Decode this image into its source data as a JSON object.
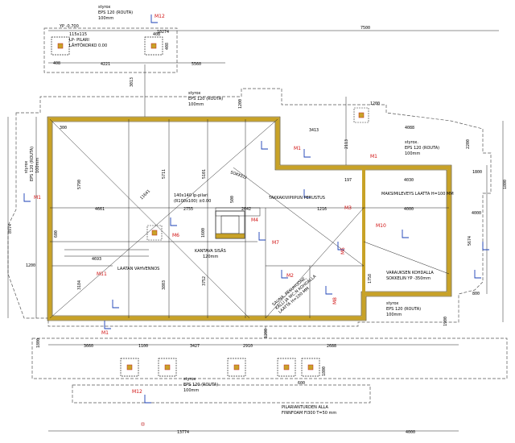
{
  "labels": {
    "styrox_top": [
      "styrox",
      "EPS 120 (ROUTA)",
      "100mm"
    ],
    "styrox_mid": [
      "styrox",
      "EPS 120 (ROUTA)",
      "100mm"
    ],
    "styrox_right": [
      "styrox.",
      "EPS 120 (ROUTA)",
      "100mm"
    ],
    "styrox_left": [
      "styrox",
      "EPS 120 (ROUTA)",
      "100mm"
    ],
    "styrox_rbot": [
      "styrox",
      "EPS 120 (ROUTA)",
      "100mm"
    ],
    "styrox_bottom": [
      "styrox",
      "EPS 120 (ROUTA)",
      "100mm"
    ],
    "yp": "YP -0.700",
    "pilari": [
      "115x115",
      "LP- PILARI",
      "LÄHTÖKORKO 0.00"
    ],
    "steel_post": [
      "140x140 lp-pilari",
      "(R100x100) ±0.00"
    ],
    "takkakivi": "TAKKAKIVIPIIPUN PERUSTUS",
    "kantava": [
      "KANTAVA SISÄS",
      "120mm"
    ],
    "laatan": "LAATAN VAHVENNOS",
    "varauksen": [
      "VARAUKSEN KOHDALLA",
      "SOKKELIN YP -350mm"
    ],
    "sauna": [
      "SAUNA, PESUHUONE,",
      "KÄLLI JA WC:N KOHDALLA",
      "LAATTA H=100 MM"
    ],
    "vapaa": "MAKSIMILEVEYS LAATTA H=100 MM",
    "pilariantur": [
      "PILARIANTURDEN ALLA",
      "FINNFOAM FI300 T=50 mm"
    ],
    "sokkeli": "SOKKELI",
    "m_labels": [
      "M1",
      "M1",
      "M1",
      "M1",
      "M2",
      "M3",
      "M4",
      "M5",
      "M6",
      "M7",
      "M8",
      "M10",
      "M11",
      "M12",
      "M12"
    ],
    "dims": {
      "d408_top": "408",
      "d408_a": "408",
      "d408_b": "408",
      "d10274": "10274",
      "d7500": "7500",
      "d4221": "4221",
      "d5560": "5560",
      "d3013": "3013",
      "d1200_a": "1200",
      "d1200_b": "1200",
      "d1200_c": "1200",
      "d1200_d": "1200",
      "d300": "300",
      "d3413": "3413",
      "d2113": "2113",
      "d4088": "4088",
      "d2200": "2200",
      "d1800_a": "1800",
      "d1800_b": "1800",
      "d1800_c": "1800",
      "d5790": "5790",
      "d5711": "5711",
      "d5101": "5101",
      "d11641": "11641",
      "d4661": "4661",
      "d2755": "2755",
      "d2642": "2642",
      "d1216": "1216",
      "d4030": "4030",
      "d4000_a": "4000",
      "d4000_b": "4000",
      "d5674": "5674",
      "d8974": "8974",
      "d1600": "1600",
      "d600": "600",
      "d4693": "4693",
      "d3184": "3184",
      "d3803": "3803",
      "d3752": "3752",
      "d197": "197",
      "d1758": "1758",
      "d3660": "3660",
      "d3427": "3427",
      "d2910": "2910",
      "d2688": "2688",
      "d1100": "1100",
      "d1800_d": "1800",
      "d800": "800",
      "d600_b": "600",
      "d13774": "13774",
      "d4000_c": "4000",
      "d1900": "1900",
      "d500": "500"
    }
  }
}
